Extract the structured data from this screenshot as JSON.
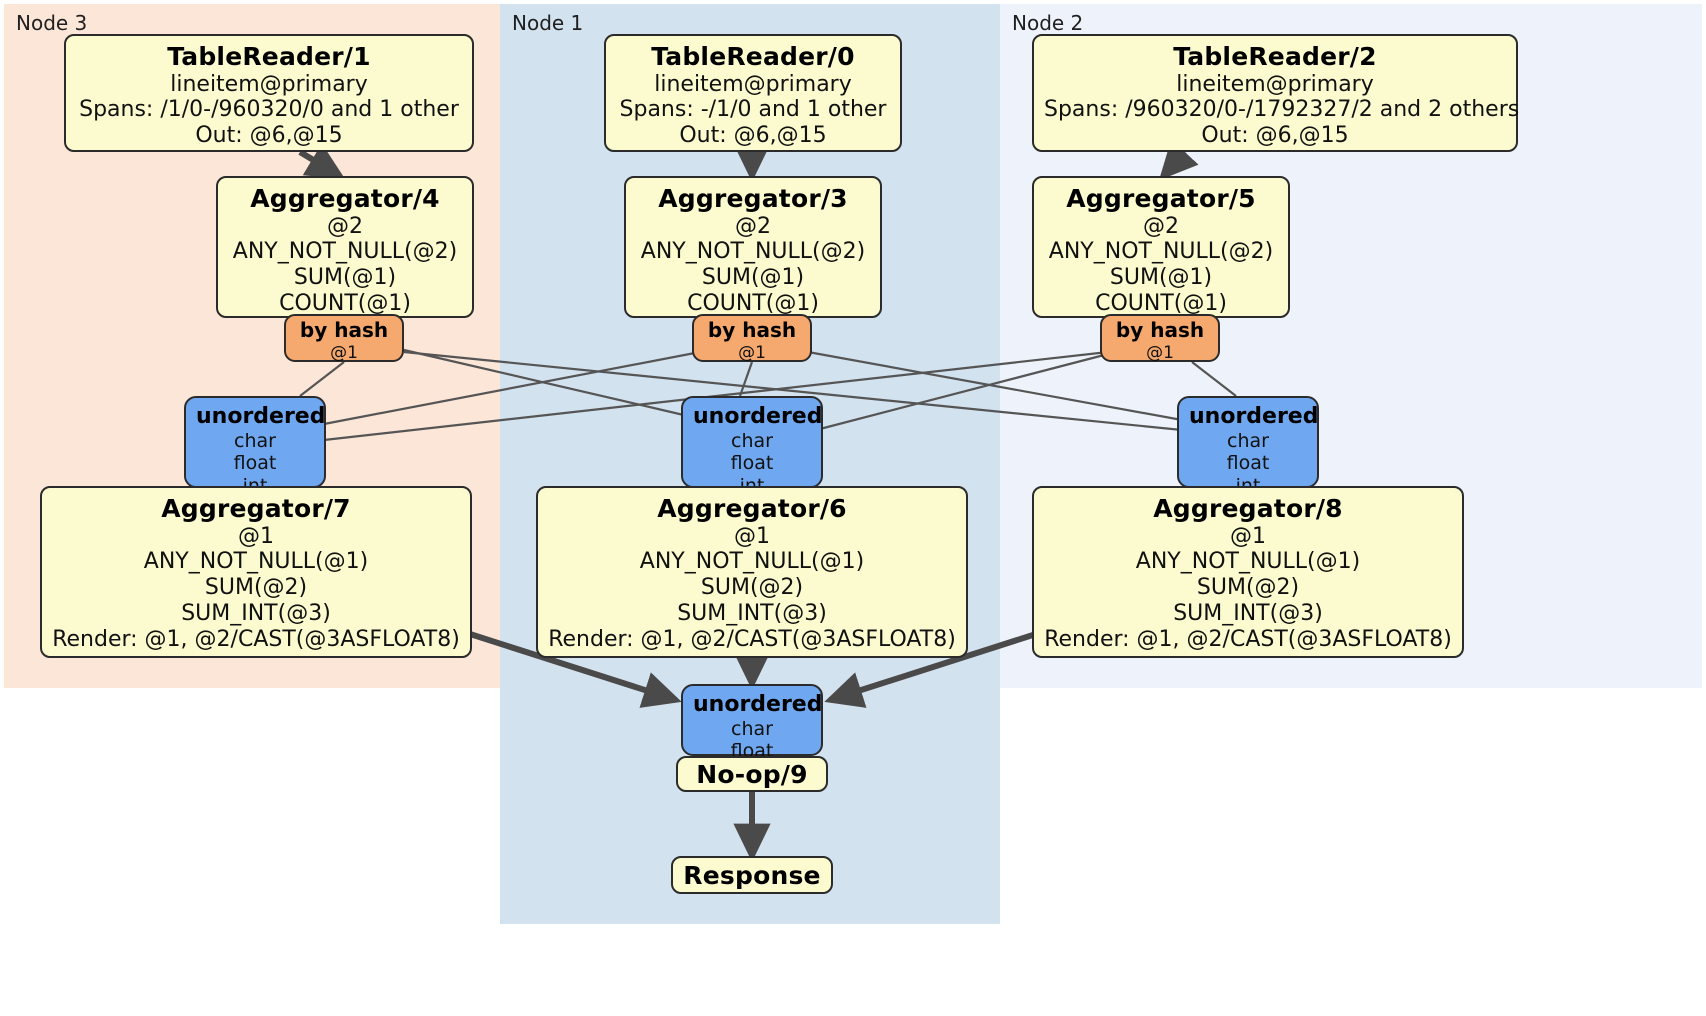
{
  "diagram": {
    "type": "distributed-query-plan",
    "nodes": [
      {
        "id": "node3",
        "label": "Node 3",
        "color": "#fce6d8"
      },
      {
        "id": "node1",
        "label": "Node 1",
        "color": "#d3e2ef"
      },
      {
        "id": "node2",
        "label": "Node 2",
        "color": "#eef3fb"
      }
    ],
    "processors": {
      "tablereader1": {
        "title": "TableReader/1",
        "l1": "lineitem@primary",
        "l2": "Spans: /1/0-/960320/0 and 1 other",
        "l3": "Out: @6,@15"
      },
      "tablereader0": {
        "title": "TableReader/0",
        "l1": "lineitem@primary",
        "l2": "Spans: -/1/0 and 1 other",
        "l3": "Out: @6,@15"
      },
      "tablereader2": {
        "title": "TableReader/2",
        "l1": "lineitem@primary",
        "l2": "Spans: /960320/0-/1792327/2 and 2 others",
        "l3": "Out: @6,@15"
      },
      "aggregator4": {
        "title": "Aggregator/4",
        "l1": "@2",
        "l2": "ANY_NOT_NULL(@2)",
        "l3": "SUM(@1)",
        "l4": "COUNT(@1)"
      },
      "aggregator3": {
        "title": "Aggregator/3",
        "l1": "@2",
        "l2": "ANY_NOT_NULL(@2)",
        "l3": "SUM(@1)",
        "l4": "COUNT(@1)"
      },
      "aggregator5": {
        "title": "Aggregator/5",
        "l1": "@2",
        "l2": "ANY_NOT_NULL(@2)",
        "l3": "SUM(@1)",
        "l4": "COUNT(@1)"
      },
      "aggregator7": {
        "title": "Aggregator/7",
        "l1": "@1",
        "l2": "ANY_NOT_NULL(@1)",
        "l3": "SUM(@2)",
        "l4": "SUM_INT(@3)",
        "l5": "Render: @1, @2/CAST(@3ASFLOAT8)"
      },
      "aggregator6": {
        "title": "Aggregator/6",
        "l1": "@1",
        "l2": "ANY_NOT_NULL(@1)",
        "l3": "SUM(@2)",
        "l4": "SUM_INT(@3)",
        "l5": "Render: @1, @2/CAST(@3ASFLOAT8)"
      },
      "aggregator8": {
        "title": "Aggregator/8",
        "l1": "@1",
        "l2": "ANY_NOT_NULL(@1)",
        "l3": "SUM(@2)",
        "l4": "SUM_INT(@3)",
        "l5": "Render: @1, @2/CAST(@3ASFLOAT8)"
      },
      "noop9": {
        "title": "No-op/9"
      },
      "response": {
        "title": "Response"
      }
    },
    "hash_routers": {
      "hash4": {
        "title": "by hash",
        "l1": "@1"
      },
      "hash3": {
        "title": "by hash",
        "l1": "@1"
      },
      "hash5": {
        "title": "by hash",
        "l1": "@1"
      }
    },
    "sync_routers": {
      "unordered_left": {
        "title": "unordered",
        "types": [
          "char",
          "float",
          "int"
        ]
      },
      "unordered_mid": {
        "title": "unordered",
        "types": [
          "char",
          "float",
          "int"
        ]
      },
      "unordered_right": {
        "title": "unordered",
        "types": [
          "char",
          "float",
          "int"
        ]
      },
      "unordered_final": {
        "title": "unordered",
        "types": [
          "char",
          "float"
        ]
      }
    },
    "colors": {
      "processor_fill": "#fbfbcf",
      "router_fill": "#6fa8f0",
      "hash_fill": "#f6a96e",
      "node3_fill": "#fce6d8",
      "node1_fill": "#d3e2ef",
      "node2_fill": "#eef3fb",
      "edge": "#4a4a4a"
    }
  }
}
